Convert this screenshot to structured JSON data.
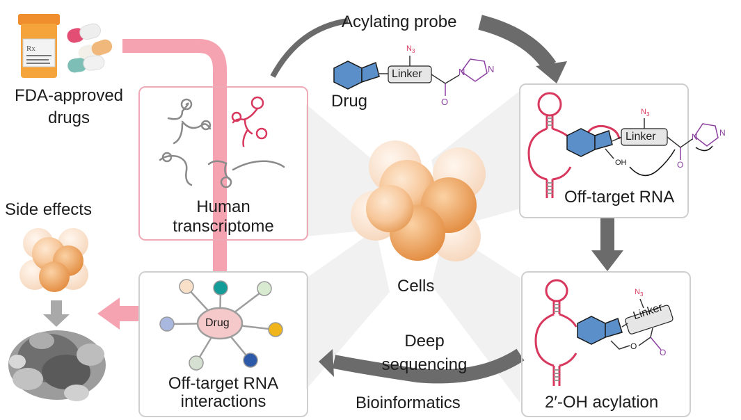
{
  "inputs": {
    "drugs_label_line1": "FDA-approved",
    "drugs_label_line2": "drugs",
    "pill_bottle_label": "Rx"
  },
  "probe": {
    "title": "Acylating probe",
    "drug_label": "Drug",
    "linker_label": "Linker",
    "azide_label": "N",
    "azide_subscript": "3",
    "imidazole_n1": "N",
    "imidazole_n2": "N",
    "carbonyl_o": "O"
  },
  "transcriptome": {
    "label_line1": "Human",
    "label_line2": "transcriptome"
  },
  "cells": {
    "label": "Cells"
  },
  "offtarget": {
    "label": "Off-target RNA",
    "linker_label": "Linker",
    "oh_label": "OH",
    "azide_label": "N",
    "azide_subscript": "3",
    "carbonyl_o": "O",
    "imidazole_n1": "N",
    "imidazole_n2": "N"
  },
  "acylation": {
    "label": "2′-OH acylation",
    "linker_label": "Linker",
    "azide_label": "N",
    "azide_subscript": "3",
    "ester_o": "O",
    "carbonyl_o": "O"
  },
  "analysis": {
    "line1": "Deep",
    "line2": "sequencing",
    "line3": "Bioinformatics"
  },
  "interactions": {
    "hub_label": "Drug",
    "label_line1": "Off-target RNA",
    "label_line2": "interactions"
  },
  "outcome": {
    "label": "Side effects"
  },
  "colors": {
    "rna_pink": "#d8385d",
    "drug_blue": "#5b8fc9",
    "purple": "#8b3fa0",
    "arrow_grey": "#6b6b6b",
    "pink_arrow": "#f5a3b1",
    "cell_orange": "#f0a050",
    "node_peach": "#f7dfc8",
    "node_teal": "#149c98",
    "node_green": "#d8ebd0",
    "node_lavender": "#a9b8de",
    "node_yellow": "#f0b51a",
    "node_grey": "#d6e0d2",
    "node_navy": "#2c5aa8"
  }
}
